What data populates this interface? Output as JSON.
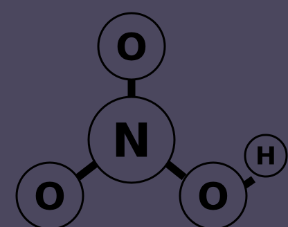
{
  "molecule": {
    "atoms": {
      "n": "N",
      "o_top": "O",
      "o_left": "O",
      "o_right": "O",
      "h": "H"
    }
  },
  "colors": {
    "background": "#4b475e",
    "ink": "#000000"
  }
}
